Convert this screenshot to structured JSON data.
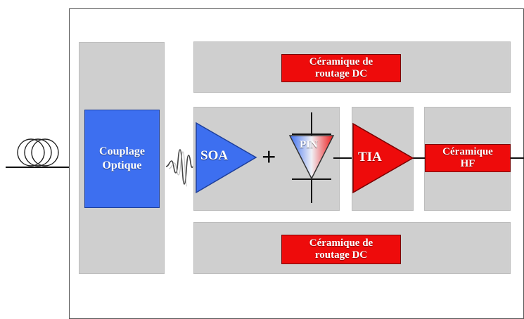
{
  "blocks": {
    "ceramic_dc_top": "Céramique de routage DC",
    "ceramic_dc_bottom": "Céramique de routage DC",
    "coupling": "Couplage Optique",
    "soa": "SOA",
    "plus": "+",
    "pin": "PIN",
    "tia": "TIA",
    "ceramic_hf": "Céramique HF"
  },
  "colors": {
    "panel": "#cfcfcf",
    "red": "#ee0b0b",
    "blue": "#3d6ff0"
  },
  "icons": [
    "fiber-coil-icon",
    "optical-pulse-icon",
    "photodiode-icon"
  ]
}
